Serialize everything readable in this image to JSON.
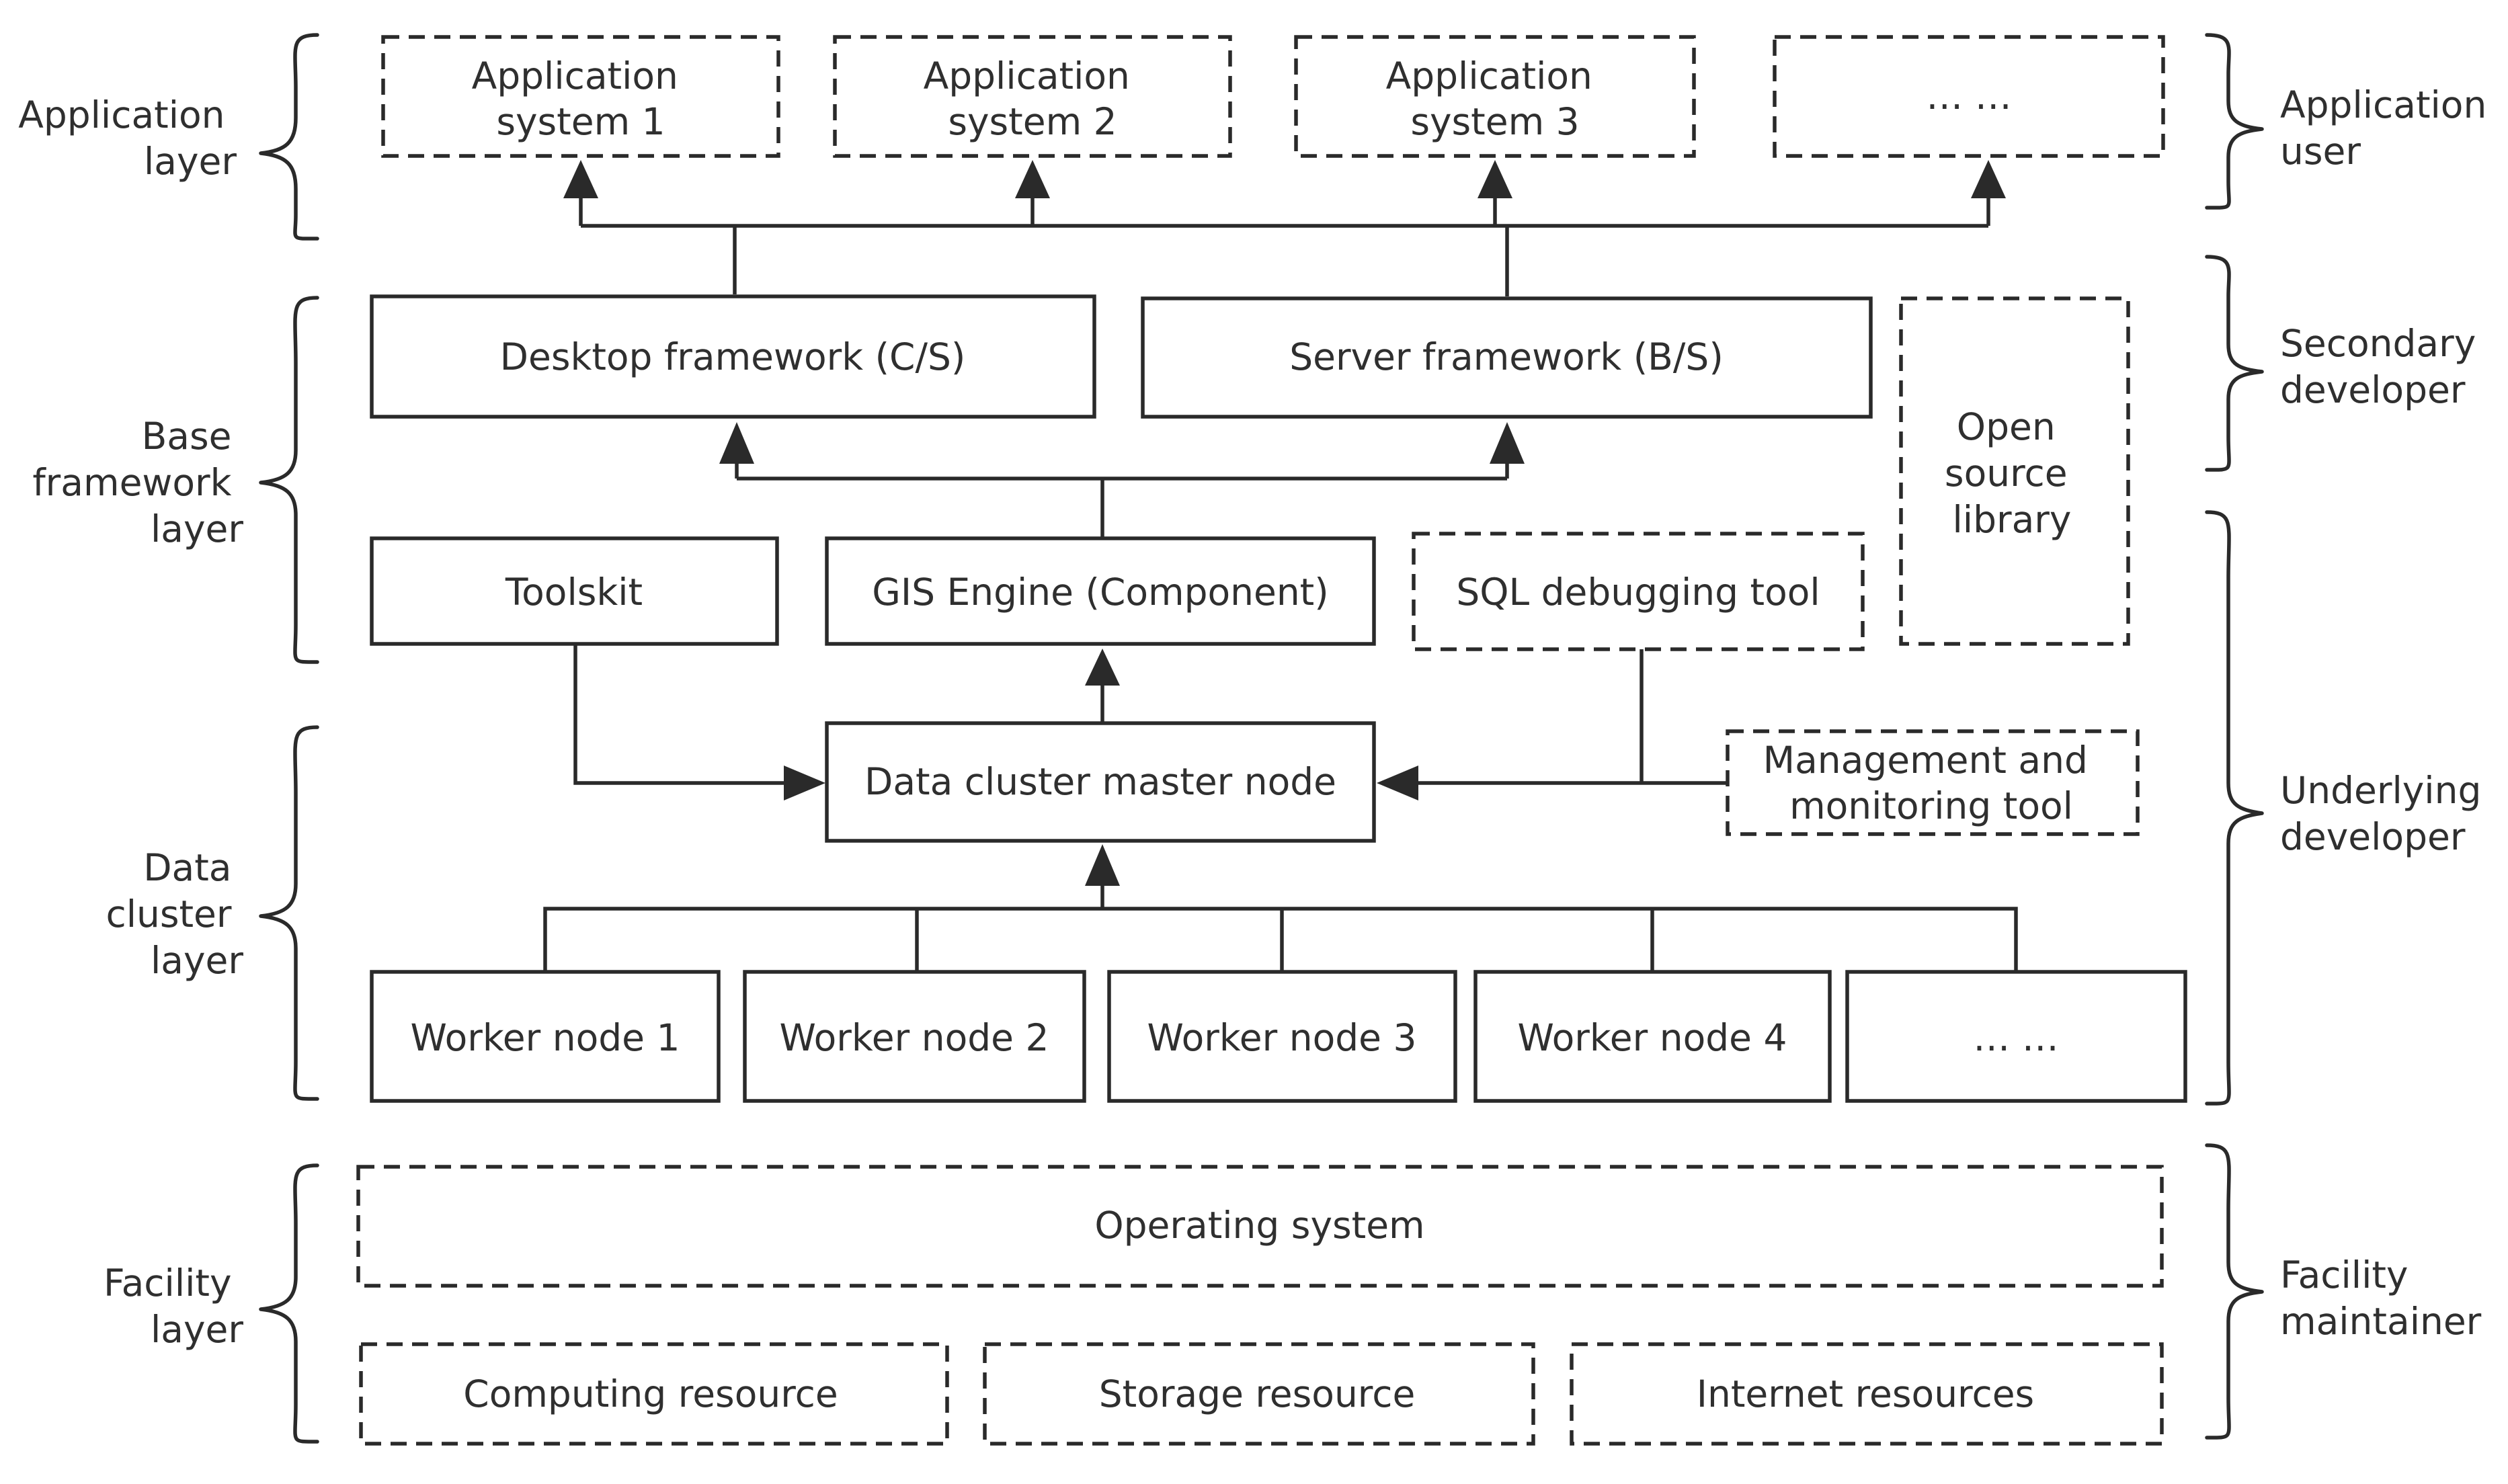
{
  "application_layer": {
    "label_lines": [
      "Application",
      "layer"
    ],
    "apps": [
      {
        "lines": [
          "Application",
          "system 1"
        ]
      },
      {
        "lines": [
          "Application",
          "system 2"
        ]
      },
      {
        "lines": [
          "Application",
          "system 3"
        ]
      },
      {
        "lines": [
          "… …"
        ]
      }
    ]
  },
  "base_framework_layer": {
    "label_lines": [
      "Base",
      "framework",
      "layer"
    ],
    "desktop_framework": "Desktop framework (C/S)",
    "server_framework": "Server framework (B/S)",
    "open_source_library_lines": [
      "Open",
      "source",
      "library"
    ],
    "toolskit": "Toolskit",
    "gis_engine": "GIS Engine (Component)",
    "sql_debugging_tool": "SQL debugging tool"
  },
  "data_cluster_layer": {
    "label_lines": [
      "Data",
      "cluster",
      "layer"
    ],
    "master_node": "Data cluster master node",
    "management_tool_lines": [
      "Management and",
      "monitoring tool"
    ],
    "workers": [
      "Worker node 1",
      "Worker node 2",
      "Worker node 3",
      "Worker node 4",
      "… …"
    ]
  },
  "facility_layer": {
    "label_lines": [
      "Facility",
      "layer"
    ],
    "operating_system": "Operating system",
    "resources": [
      "Computing resource",
      "Storage resource",
      "Internet resources"
    ]
  },
  "roles": {
    "application_user_lines": [
      "Application",
      "user"
    ],
    "secondary_developer_lines": [
      "Secondary",
      "developer"
    ],
    "underlying_developer_lines": [
      "Underlying",
      "developer"
    ],
    "facility_maintainer_lines": [
      "Facility",
      "maintainer"
    ]
  }
}
